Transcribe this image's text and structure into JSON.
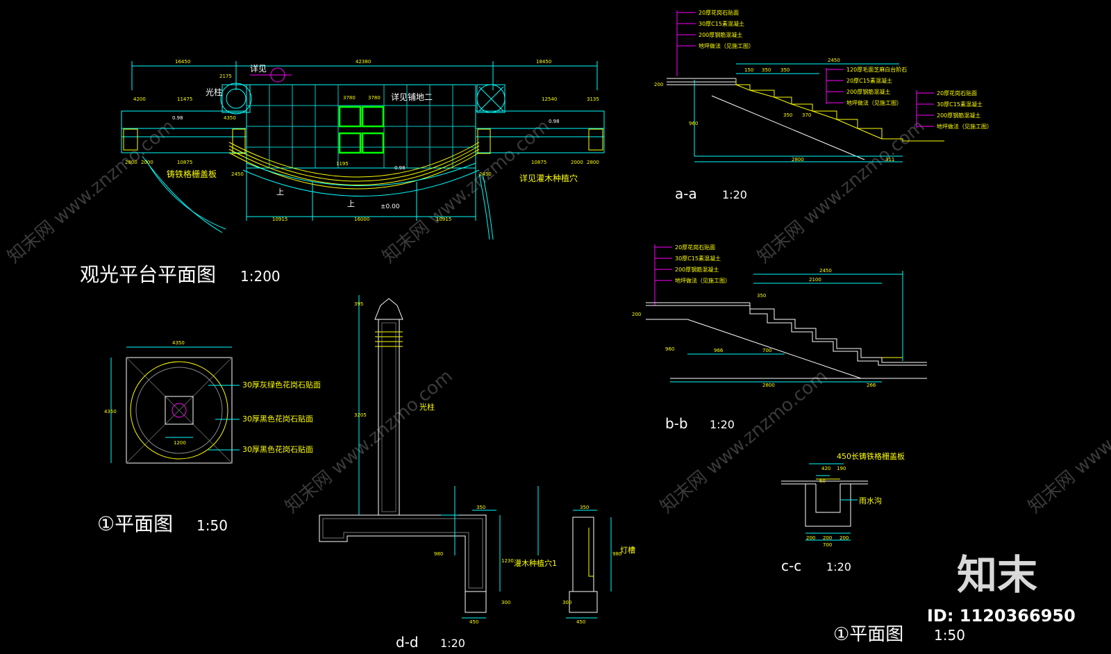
{
  "titles": {
    "plan_main": "观光平台平面图",
    "plan_main_scale": "1:200",
    "plan_small": "①平面图",
    "plan_small_scale": "1:50",
    "sec_aa": "a-a",
    "sec_aa_scale": "1:20",
    "sec_bb": "b-b",
    "sec_bb_scale": "1:20",
    "sec_cc": "c-c",
    "sec_cc_scale": "1:20",
    "sec_dd": "d-d",
    "sec_dd_scale": "1:20",
    "plan_bottom": "①平面图",
    "plan_bottom_scale": "1:50"
  },
  "plan_labels": {
    "detail_ref": "详见",
    "light_pillar": "光柱",
    "paving_ref": "详见铺地二",
    "grate": "铸铁格栅盖板",
    "shrub_ref": "详见灌木种植穴",
    "up1": "上",
    "up2": "上",
    "elev": "±0.00"
  },
  "plan_dims": [
    "16450",
    "42380",
    "18450",
    "2175",
    "4200",
    "11475",
    "12540",
    "3135",
    "3780",
    "3780",
    "0.98",
    "0.98",
    "4350",
    "2800",
    "2000",
    "10875",
    "10875",
    "2000",
    "2800",
    "2450",
    "2450",
    "10915",
    "16000",
    "10915",
    "0.98",
    "1195"
  ],
  "aa_notes_top": [
    "20厚花岗石贴面",
    "30厚C15素混凝土",
    "200厚钢筋混凝土",
    "地坪做法（见施工图）"
  ],
  "aa_notes_mid": [
    "120厚毛面芝麻白台阶石",
    "20厚C15素混凝土",
    "200厚钢筋混凝土",
    "地坪做法（见施工图）"
  ],
  "aa_notes_right": [
    "20厚花岗石贴面",
    "30厚C15素混凝土",
    "200厚钢筋混凝土",
    "地坪做法（见施工图）"
  ],
  "aa_dims": [
    "2450",
    "150",
    "350",
    "350",
    "350",
    "370",
    "2800",
    "311",
    "960",
    "200"
  ],
  "bb_notes": [
    "20厚花岗石贴面",
    "30厚C15素混凝土",
    "200厚钢筋混凝土",
    "地坪做法（见施工图）"
  ],
  "bb_dims": [
    "2450",
    "2100",
    "350",
    "966",
    "700",
    "2800",
    "266",
    "960",
    "200"
  ],
  "small_plan_notes": [
    "30厚灰绿色花岗石贴面",
    "30厚黑色花岗石贴面",
    "30厚黑色花岗石贴面"
  ],
  "small_plan_dims": [
    "4350",
    "4350",
    "1200"
  ],
  "cc_labels": {
    "grate": "450长铸铁格栅盖板",
    "gutter": "雨水沟"
  },
  "cc_dims": [
    "420",
    "190",
    "60",
    "200",
    "200",
    "700",
    "200"
  ],
  "dd_labels": {
    "pillar": "光柱",
    "shrub": "灌木种植穴1",
    "light_slot": "灯槽"
  },
  "dd_dims": [
    "395",
    "3205",
    "350",
    "350",
    "980",
    "1230",
    "300",
    "450",
    "450",
    "980",
    "300"
  ],
  "brand": {
    "logo": "知末",
    "id": "ID: 1120366950"
  },
  "watermark": "知末网 www.znzmo.com",
  "colors": {
    "background": "#000000",
    "line_cyan": "#00ffff",
    "text_yellow": "#ffff00",
    "magenta": "#ff00ff",
    "green": "#00ff00",
    "white": "#ffffff"
  }
}
